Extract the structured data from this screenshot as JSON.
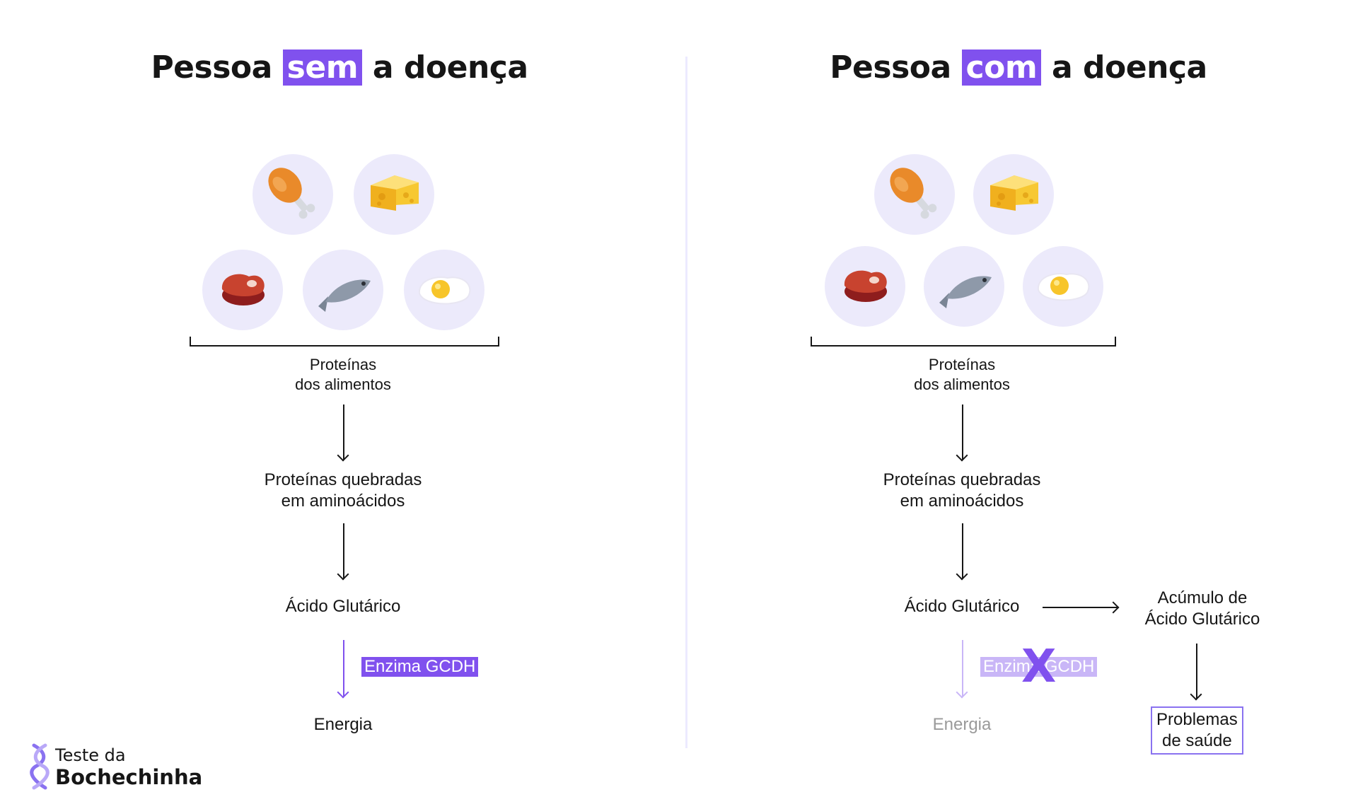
{
  "colors": {
    "accent": "#8051ee",
    "accent_faded": "#c9b6f7",
    "circle_bg": "#eceafb",
    "divider": "#eceaff"
  },
  "left": {
    "title_pre": "Pessoa",
    "title_highlight": "sem",
    "title_post": "a doença",
    "foods": [
      "chicken-leg-icon",
      "cheese-icon",
      "steak-icon",
      "fish-icon",
      "fried-egg-icon"
    ],
    "food_source": [
      "Proteínas",
      "dos alimentos"
    ],
    "broken_down": [
      "Proteínas quebradas",
      "em aminoácidos"
    ],
    "acid": "Ácido Glutárico",
    "enzyme": "Enzima GCDH",
    "result": "Energia"
  },
  "right": {
    "title_pre": "Pessoa",
    "title_highlight": "com",
    "title_post": "a doença",
    "foods": [
      "chicken-leg-icon",
      "cheese-icon",
      "steak-icon",
      "fish-icon",
      "fried-egg-icon"
    ],
    "food_source": [
      "Proteínas",
      "dos alimentos"
    ],
    "broken_down": [
      "Proteínas quebradas",
      "em aminoácidos"
    ],
    "acid": "Ácido Glutárico",
    "enzyme": "Enzima GCDH",
    "blocked_mark": "X",
    "result": "Energia",
    "accumulation": [
      "Acúmulo de",
      "Ácido Glutárico"
    ],
    "problems": [
      "Problemas",
      "de saúde"
    ]
  },
  "logo": {
    "line1": "Teste da",
    "line2": "Bochechinha"
  }
}
